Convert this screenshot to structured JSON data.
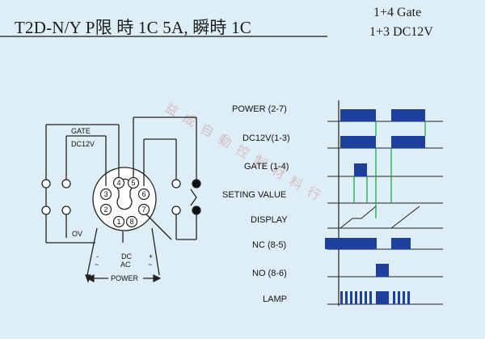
{
  "title": "T2D-N/Y P限 時 1C 5A, 瞬時 1C",
  "notes": [
    "1+4 Gate",
    "1+3 DC12V"
  ],
  "watermark": [
    "益",
    "成",
    "自",
    "動",
    "控",
    "制",
    "材",
    "料",
    "行"
  ],
  "wiring": {
    "gate_label": "GATE",
    "dc12v_label": "DC12V",
    "ov_label": "OV",
    "pins": [
      "1",
      "2",
      "3",
      "4",
      "5",
      "6",
      "7",
      "8"
    ],
    "minus": "-",
    "plus": "+",
    "dc": "DC",
    "tilde": "~",
    "ac": "AC",
    "power": "POWER"
  },
  "timing": {
    "rows": [
      "POWER (2-7)",
      "DC12V(1-3)",
      "GATE (1-4)",
      "SETING VALUE",
      "DISPLAY",
      "NC (8-5)",
      "NO (8-6)",
      "LAMP"
    ]
  },
  "colors": {
    "background": "#ddeef7",
    "pulse": "#1f3f9c",
    "marker": "#1c9c3c",
    "line": "#222222"
  }
}
